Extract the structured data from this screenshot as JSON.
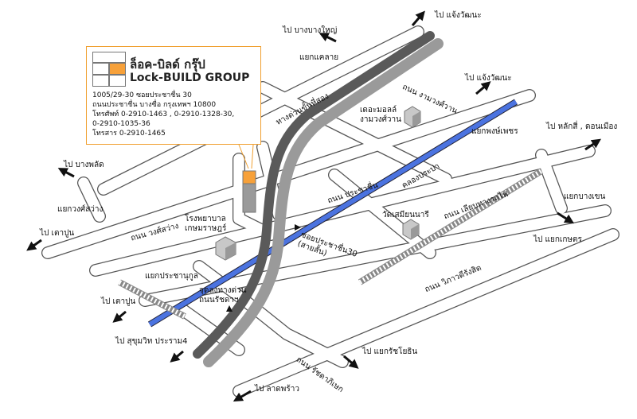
{
  "company": {
    "name_th": "ล็อค-บิลด์ กรุ๊ป",
    "name_en": "Lock-BUILD GROUP",
    "address_lines": [
      "1005/29-30 ซอยประชาชื่น 30",
      "ถนนประชาชื่น บางซื่อ กรุงเทพฯ 10800",
      "โทรศัพท์ 0-2910-1463 , 0-2910-1328-30,",
      "0-2910-1035-36",
      "โทรสาร 0-2910-1465"
    ],
    "accent_color": "#f7a13a"
  },
  "directions": {
    "top_right": "ไป แจ้งวัฒนะ",
    "top_center": "ไป บางบางใหญ่",
    "upper_right": "ไป แจ้งวัฒนะ",
    "far_right": "ไป หลักสี่ , ดอนเมือง",
    "left_upper": "ไป บางพลัด",
    "left_middle": "ไป เตาปูน",
    "lower_left": "ไป เตาปูน",
    "bottom_left": "ไป สุขุมวิท ประราม4",
    "bottom_center": "ไป ลาดพร้าว",
    "bottom_right": "ไป แยกรัชโยธิน",
    "right_lower": "ไป แยกเกษตร"
  },
  "junctions": {
    "khae_lai": "แยกแคลาย",
    "wong_sawang": "แยกวงศ์สว่าง",
    "pong_phet": "แยกพงษ์เพชร",
    "bang_khen": "แยกบางเขน",
    "prachanukul": "แยกประชานุกูล"
  },
  "roads": {
    "expressway": "ทางด่วนขั้นที่สอง",
    "ngamwongwan": "ถนน งามวงศ์วาน",
    "prachachuen": "ถนน ประชาชื่น",
    "wongsawang": "ถนน วงศ์สว่าง",
    "lieb_rotfai": "ถนน เลียบทางรถไฟ",
    "vibhavadi": "ถนน วิภาวดีรังสิต",
    "ratchadaphisek": "ถนน รัชดาภิเษก",
    "soi_prachachuen_30": "ซอยประชาชื่น30\n(สายสั้น)",
    "canal": "คลองประปา",
    "exit_ramp": "จุดลงทางด่วน\nถนนรัชดาฯ"
  },
  "places": {
    "the_mall": "เดอะมอลล์\nงามวงศ์วาน",
    "hospital": "โรงพยาบาล\nเกษมราษฎร์",
    "wat": "วัดเสมียนนารี"
  },
  "colors": {
    "canal": "#4b73e0",
    "expressway": "#666666",
    "road_outline": "#555555",
    "building": "#a8a8a8",
    "company_building": "#f7a13a"
  }
}
